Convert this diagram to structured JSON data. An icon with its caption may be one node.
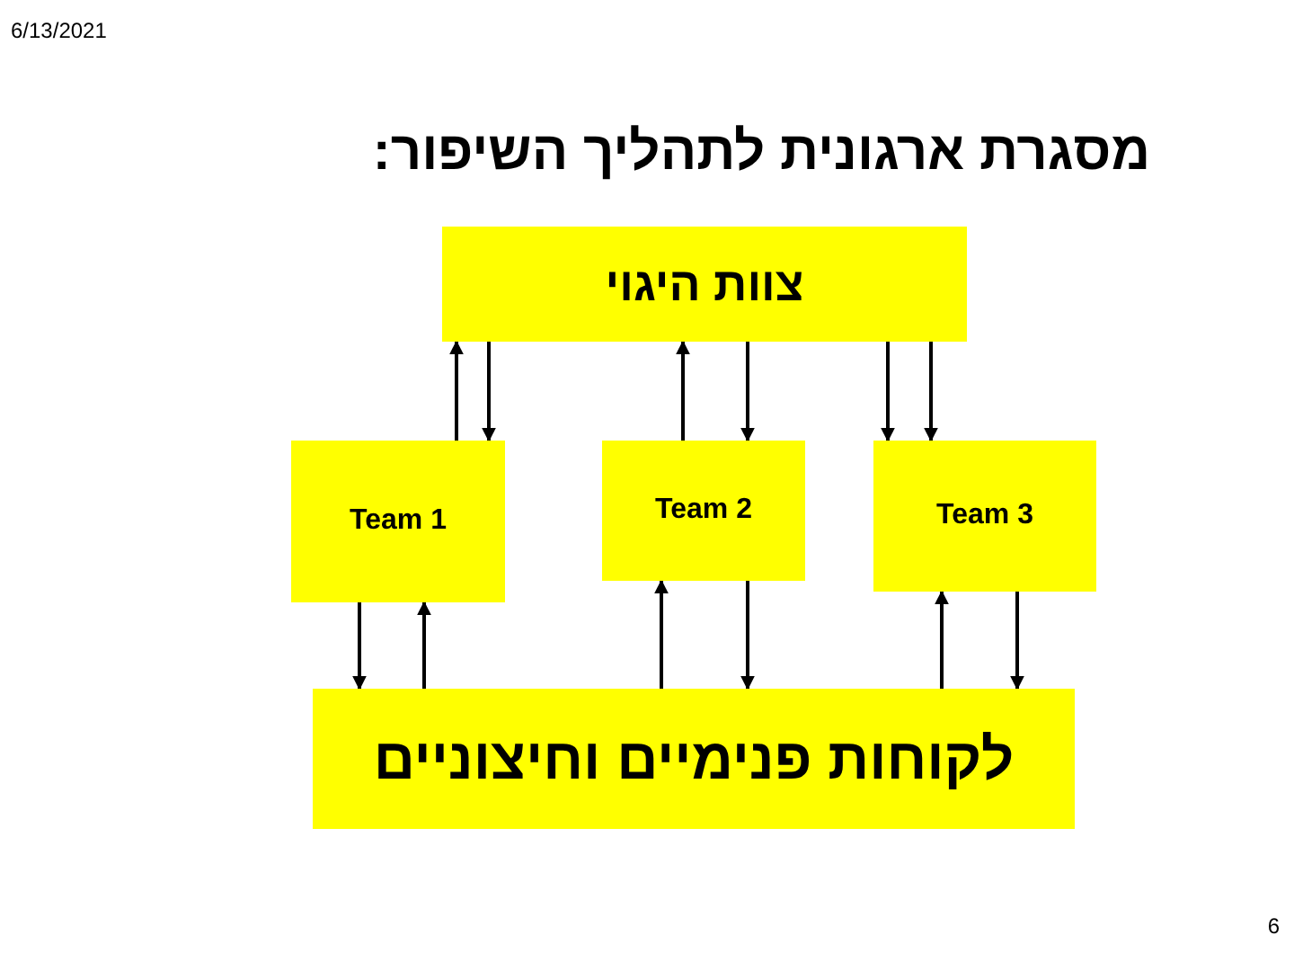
{
  "diagram": {
    "title": "מסגרת ארגונית לתהליך השיפור:",
    "nodes": [
      {
        "text": [
          "צוות היגוי"
        ]
      },
      {
        "text": [
          "Team 1"
        ]
      },
      {
        "text": [
          "Team 2"
        ]
      },
      {
        "text": [
          "Team 3"
        ]
      },
      {
        "text": [
          "לקוחות פנימיים וחיצוניים"
        ]
      }
    ],
    "edges": [
      {
        "from": 1,
        "to": 0,
        "arrow": "to"
      },
      {
        "from": 0,
        "to": 1,
        "arrow": "to"
      },
      {
        "from": 2,
        "to": 0,
        "arrow": "to"
      },
      {
        "from": 0,
        "to": 2,
        "arrow": "to"
      },
      {
        "from": 0,
        "to": 3,
        "arrow": "to"
      },
      {
        "from": 0,
        "to": 3,
        "arrow": "to"
      },
      {
        "from": 1,
        "to": 4,
        "arrow": "to"
      },
      {
        "from": 4,
        "to": 1,
        "arrow": "to"
      },
      {
        "from": 4,
        "to": 2,
        "arrow": "to"
      },
      {
        "from": 2,
        "to": 4,
        "arrow": "to"
      },
      {
        "from": 4,
        "to": 3,
        "arrow": "to"
      },
      {
        "from": 3,
        "to": 4,
        "arrow": "to"
      }
    ],
    "labels": [
      "6/13/2021",
      "6"
    ]
  }
}
